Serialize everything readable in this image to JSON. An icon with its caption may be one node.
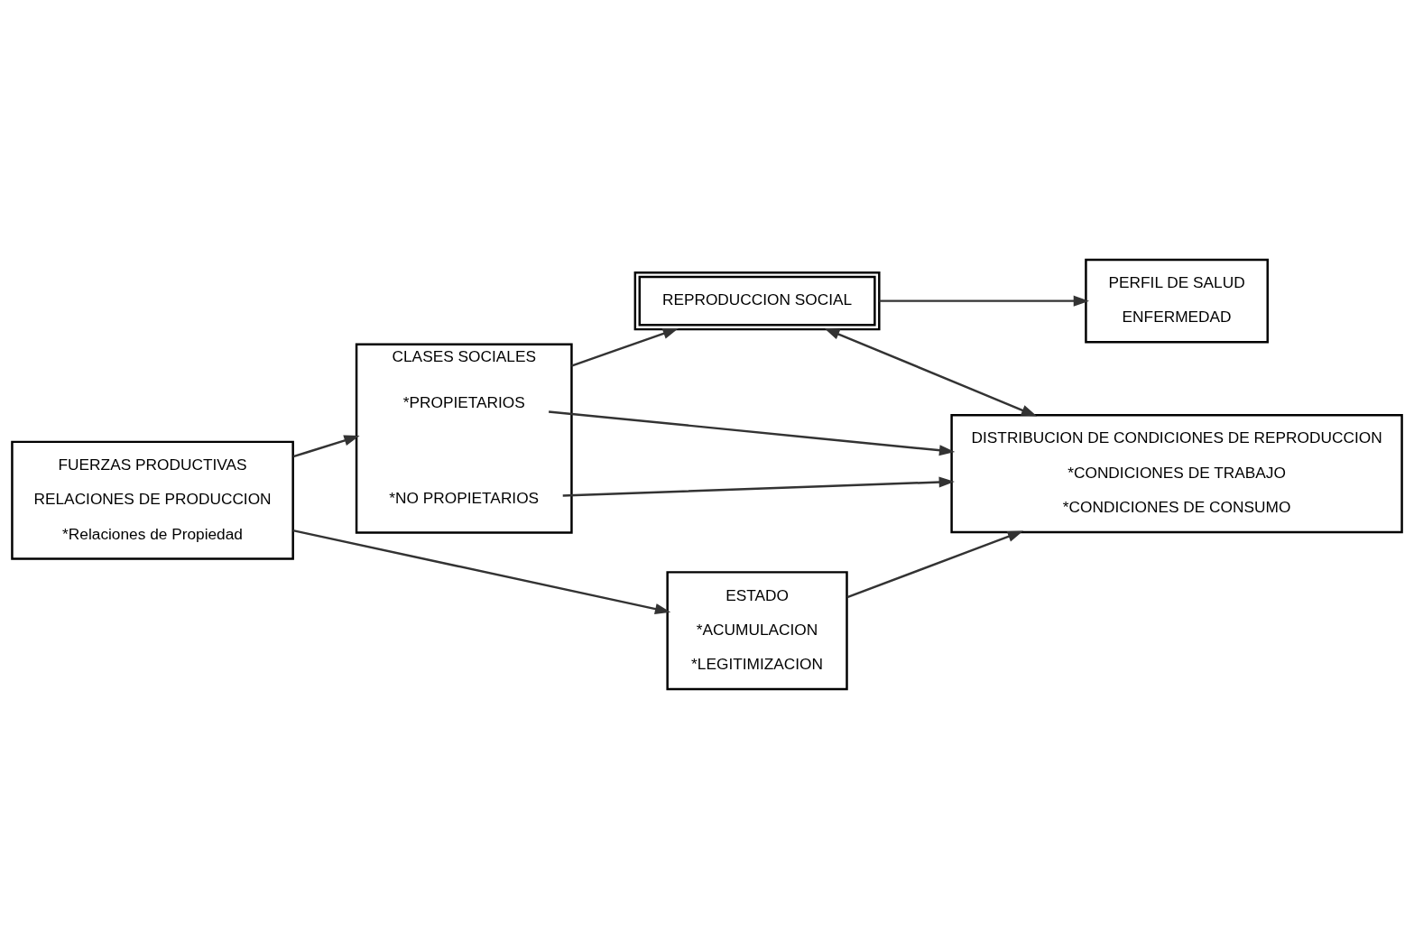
{
  "diagram": {
    "nodes": [
      {
        "text": [
          "FUERZAS PRODUCTIVAS",
          "RELACIONES DE PRODUCCION",
          "*Relaciones de Propiedad"
        ]
      },
      {
        "text": [
          "CLASES SOCIALES"
        ]
      },
      {
        "text": [
          "*PROPIETARIOS"
        ],
        "in": 1
      },
      {
        "text": [
          "*NO PROPIETARIOS"
        ],
        "in": 1
      },
      {
        "text": [
          "REPRODUCCION SOCIAL"
        ]
      },
      {
        "text": [
          "PERFIL DE SALUD",
          "ENFERMEDAD"
        ]
      },
      {
        "text": [
          "ESTADO",
          "*ACUMULACION",
          "*LEGITIMIZACION"
        ]
      },
      {
        "text": [
          "DISTRIBUCION DE CONDICIONES DE REPRODUCCION",
          "*CONDICIONES DE TRABAJO",
          "*CONDICIONES DE CONSUMO"
        ]
      }
    ],
    "edges": [
      {
        "from": 0,
        "to": 1,
        "arrow": "to"
      },
      {
        "from": 0,
        "to": 6,
        "arrow": "to"
      },
      {
        "from": 1,
        "to": 4,
        "arrow": "to"
      },
      {
        "from": 4,
        "to": 5,
        "arrow": "to"
      },
      {
        "from": 4,
        "to": 7,
        "arrow": "both"
      },
      {
        "from": 2,
        "to": 7,
        "arrow": "to"
      },
      {
        "from": 3,
        "to": 7,
        "arrow": "to"
      },
      {
        "from": 6,
        "to": 7,
        "arrow": "to"
      }
    ]
  }
}
